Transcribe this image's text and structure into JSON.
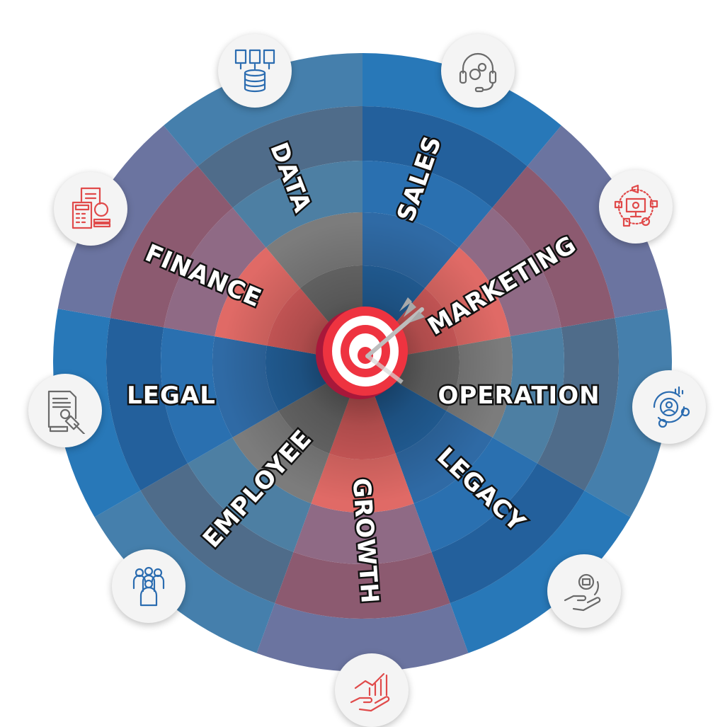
{
  "center_icon": "target-with-arrow-icon",
  "colors": {
    "blue": [
      "#2878b8",
      "#23609c",
      "#2a70b0",
      "#2f6aa5",
      "#2464a0"
    ],
    "red": [
      "#6b74a0",
      "#8c5a70",
      "#8f6a85",
      "#e06a66",
      "#d95e5e"
    ],
    "gray": [
      "#457fac",
      "#4f6c8a",
      "#4d7fa3",
      "#7c7c7c",
      "#6d6d6d"
    ],
    "target_red": "#ee3340",
    "icon_blue": "#2b6cb0",
    "icon_red": "#e04a4a",
    "icon_gray": "#6a6a6a"
  },
  "segments": [
    {
      "label": "SALES",
      "tone": "blue",
      "icon": "headset-gears-icon",
      "icon_color": "gray"
    },
    {
      "label": "MARKETING",
      "tone": "red",
      "icon": "digital-marketing-icon",
      "icon_color": "red"
    },
    {
      "label": "OPERATION",
      "tone": "gray",
      "icon": "operations-gear-cycle-icon",
      "icon_color": "blue"
    },
    {
      "label": "LEGACY",
      "tone": "blue",
      "icon": "hand-gear-icon",
      "icon_color": "gray"
    },
    {
      "label": "GROWTH",
      "tone": "red",
      "icon": "hand-growth-chart-icon",
      "icon_color": "red"
    },
    {
      "label": "EMPLOYEE",
      "tone": "gray",
      "icon": "team-people-icon",
      "icon_color": "blue"
    },
    {
      "label": "LEGAL",
      "tone": "blue",
      "icon": "legal-document-gavel-icon",
      "icon_color": "gray"
    },
    {
      "label": "FINANCE",
      "tone": "red",
      "icon": "calculator-invoice-coins-icon",
      "icon_color": "red"
    },
    {
      "label": "DATA",
      "tone": "gray",
      "icon": "documents-database-icon",
      "icon_color": "blue"
    }
  ]
}
